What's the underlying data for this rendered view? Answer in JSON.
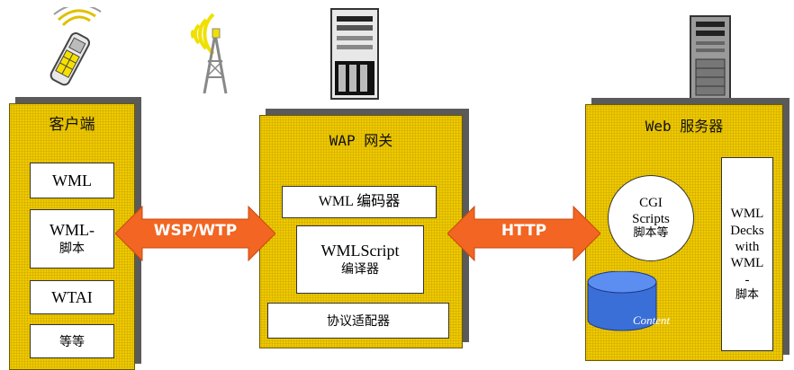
{
  "client": {
    "title": "客户端",
    "items": [
      "WML",
      "WML-",
      "脚本",
      "WTAI",
      "等等"
    ]
  },
  "gateway": {
    "title": "WAP 网关",
    "encoder": "WML 编码器",
    "compiler_line1": "WMLScript",
    "compiler_line2": "编译器",
    "adapter": "协议适配器"
  },
  "server": {
    "title": "Web 服务器",
    "cgi": [
      "CGI",
      "Scripts",
      "脚本等"
    ],
    "decks": [
      "WML",
      "Decks",
      "with",
      "WML",
      "-",
      "脚本"
    ],
    "database": "Content"
  },
  "arrows": {
    "left_label": "WSP/WTP",
    "right_label": "HTTP",
    "color": "#f26522"
  },
  "icons": [
    "mobile-phone-icon",
    "antenna-tower-icon",
    "gateway-server-icon",
    "web-server-icon"
  ]
}
